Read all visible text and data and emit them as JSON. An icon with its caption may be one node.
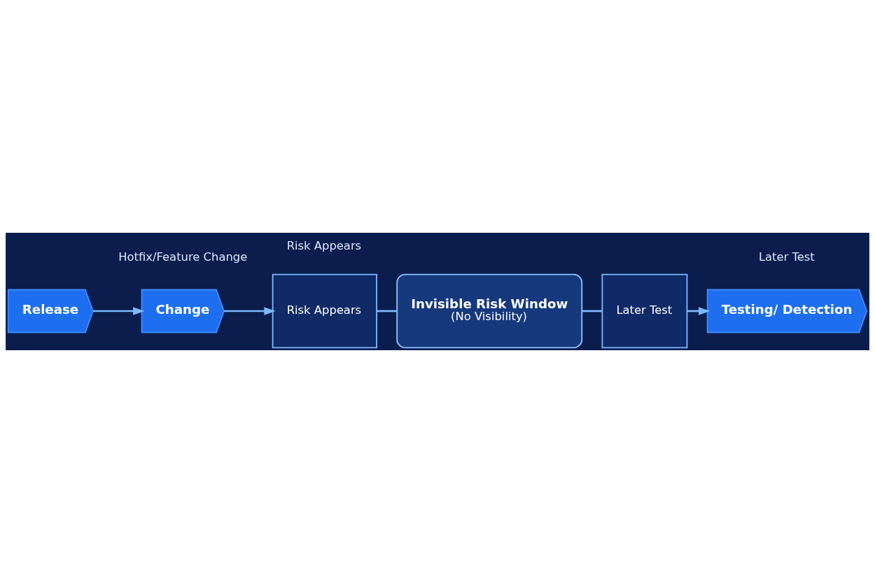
{
  "diagram": {
    "nodes": [
      {
        "text": [
          "Release"
        ]
      },
      {
        "text": [
          "Change"
        ],
        "beside": [
          "Hotfix/Feature Change"
        ]
      },
      {
        "text": [
          "Risk Appears"
        ],
        "beside": [
          "Risk Appears"
        ]
      },
      {
        "text": [
          "Invisible Risk Window",
          "(No Visibility)"
        ]
      },
      {
        "text": [
          "Later Test"
        ]
      },
      {
        "text": [
          "Testing/ Detection"
        ],
        "beside": [
          "Later Test"
        ]
      }
    ],
    "edges": [
      {
        "from": 0,
        "to": 1,
        "arrow": "to"
      },
      {
        "from": 1,
        "to": 2,
        "arrow": "to"
      },
      {
        "from": 2,
        "to": 3,
        "arrow": "none"
      },
      {
        "from": 3,
        "to": 4,
        "arrow": "none"
      },
      {
        "from": 4,
        "to": 5,
        "arrow": "to"
      }
    ]
  }
}
